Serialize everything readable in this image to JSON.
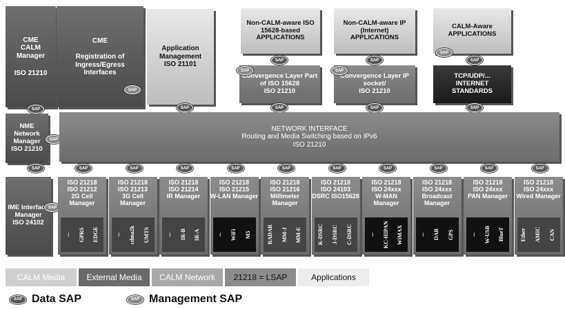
{
  "top": {
    "cme_calm": "CME CALM Manager",
    "cme_calm_iso": "ISO 21210",
    "cme_reg_title": "CME",
    "cme_reg": "Registration of Ingress/Egress Interfaces",
    "app_mgmt": "Application Management",
    "app_mgmt_iso": "ISO 21101",
    "noncalm_15628_apps": "Non-CALM-aware ISO 15628-based APPLICATIONS",
    "noncalm_ip_apps": "Non-CALM-aware IP (Internet) APPLICATIONS",
    "calm_aware_apps": "CALM-Aware APPLICATIONS",
    "conv_15628": "Convergence Layer Part of ISO 15628",
    "conv_15628_iso": "ISO 21210",
    "conv_ip": "Convergence Layer IP socket/",
    "conv_ip_iso": "ISO 21210",
    "tcp": "TCP/UDP/... INTERNET STANDARDS"
  },
  "nme": {
    "title": "NME Network Manager",
    "iso": "ISO 21210"
  },
  "network_interface": {
    "title": "NETWORK INTERFACE",
    "subtitle": "Routing and Media Switching based on IPv6",
    "iso": "ISO 21210"
  },
  "ime": {
    "title": "IME Interface Manager",
    "iso": "ISO 24102"
  },
  "sap_label": "SAP",
  "media": [
    {
      "lsap": "ISO 21218",
      "std": "ISO 21212",
      "name": "2G Cell Manager",
      "items": [
        "...",
        "GPRS",
        "EDGE"
      ],
      "black": false
    },
    {
      "lsap": "ISO 21218",
      "std": "ISO 21213",
      "name": "3G Cell Manager",
      "items": [
        "...",
        "cdma2k",
        "UMTS"
      ],
      "black": false
    },
    {
      "lsap": "ISO 21218",
      "std": "ISO 21214",
      "name": "IR Manager",
      "items": [
        "...",
        "IR-B",
        "IR-A"
      ],
      "black": false
    },
    {
      "lsap": "ISO 21218",
      "std": "ISO 21215",
      "name": "W-LAN Manager",
      "items": [
        "...",
        "WiFi",
        "M5"
      ],
      "black": true
    },
    {
      "lsap": "ISO 21218",
      "std": "ISO 21216",
      "name": "Millimeter Manager",
      "items": [
        "RADAR",
        "MM-J",
        "MM-E"
      ],
      "black": false
    },
    {
      "lsap": "ISO 21218",
      "std": "ISO 24103",
      "name": "DSRC ISO15628",
      "items": [
        "K-DSRC",
        "J-DSRC",
        "C-DSRC"
      ],
      "black": false
    },
    {
      "lsap": "ISO 21218",
      "std": "ISO 24xxx",
      "name": "W-MAN Manager",
      "items": [
        "...",
        "KC-HIPAN",
        "WiMAX"
      ],
      "black": true
    },
    {
      "lsap": "ISO 21218",
      "std": "ISO 24xxx",
      "name": "Broadcast Manager",
      "items": [
        "...",
        "DAB",
        "GPS"
      ],
      "black": true
    },
    {
      "lsap": "ISO 21218",
      "std": "ISO 24xxx",
      "name": "PAN Manager",
      "items": [
        "...",
        "W-USB",
        "BlueT"
      ],
      "black": true
    },
    {
      "lsap": "ISO 21218",
      "std": "ISO 24xxx",
      "name": "Wired Manager",
      "items": [
        "Ether",
        "AMIC",
        "CAN"
      ],
      "black": false
    }
  ],
  "legend": {
    "calm_media": "CALM Media",
    "external_media": "External Media",
    "calm_network": "CALM Network",
    "lsap": "21218 = LSAP",
    "applications": "Applications",
    "data_sap": "Data SAP",
    "management_sap": "Management SAP"
  },
  "colors": {
    "dark_box": "#5a5a5a",
    "mid_box": "#7a7a7a",
    "light_box": "#d0d0d0",
    "black": "#1a1a1a"
  }
}
